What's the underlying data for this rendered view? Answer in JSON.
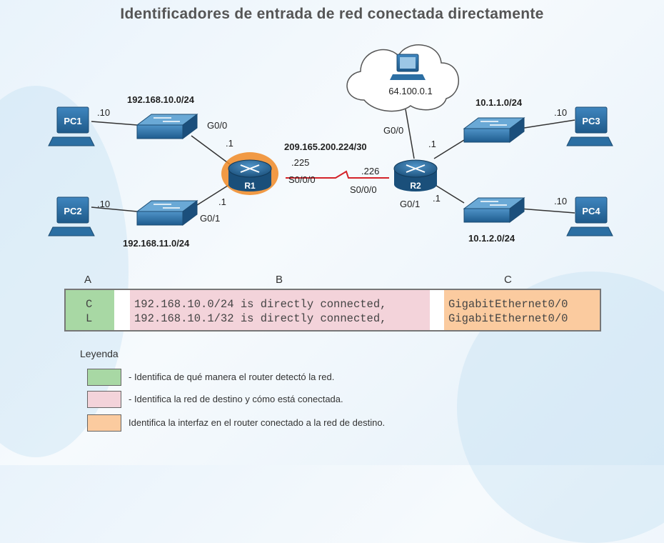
{
  "title": "Identificadores de entrada de red conectada directamente",
  "topology": {
    "devices": {
      "pc1": "PC1",
      "pc2": "PC2",
      "pc3": "PC3",
      "pc4": "PC4",
      "r1": "R1",
      "r2": "R2",
      "internet_host": "64.100.0.1"
    },
    "networks": {
      "lan1": "192.168.10.0/24",
      "lan2": "192.168.11.0/24",
      "wan": "209.165.200.224/30",
      "lan3": "10.1.1.0/24",
      "lan4": "10.1.2.0/24"
    },
    "labels": {
      "pc1_host": ".10",
      "pc2_host": ".10",
      "pc3_host": ".10",
      "pc4_host": ".10",
      "r1_g00": "G0/0",
      "r1_g00_host": ".1",
      "r1_g01": "G0/1",
      "r1_g01_host": ".1",
      "r1_s000_host": ".225",
      "r1_s000": "S0/0/0",
      "r2_s000_host": ".226",
      "r2_s000": "S0/0/0",
      "r2_g00": "G0/0",
      "r2_g00_host": ".1",
      "r2_g01": "G0/1",
      "r2_g01_host": ".1"
    }
  },
  "columns": {
    "a": "A",
    "b": "B",
    "c": "C"
  },
  "route_table": {
    "codes": [
      "C",
      "L"
    ],
    "destinations": [
      "192.168.10.0/24 is directly connected,",
      "192.168.10.1/32 is directly connected,"
    ],
    "interfaces": [
      "GigabitEthernet0/0",
      "GigabitEthernet0/0"
    ]
  },
  "legend": {
    "title": "Leyenda",
    "items": [
      {
        "color": "#a8d8a4",
        "text": "- Identifica de qué manera el router detectó la red."
      },
      {
        "color": "#f3d3da",
        "text": "- Identifica la red de destino y cómo está conectada."
      },
      {
        "color": "#fbcb9f",
        "text": "Identifica la interfaz en el router conectado a la red de destino."
      }
    ]
  }
}
